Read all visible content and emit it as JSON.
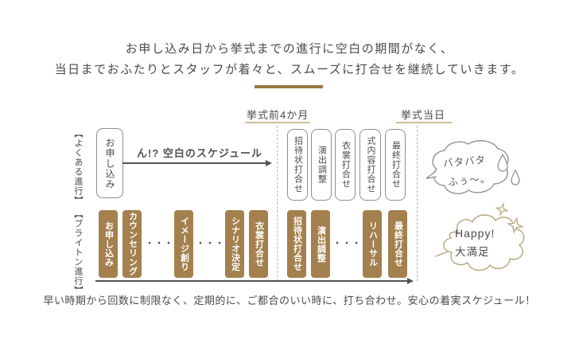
{
  "title": {
    "line1": "お申し込み日から挙式までの進行に空白の期間がなく、",
    "line2": "当日までおふたりとスタッフが着々と、スムーズに打合せを継続していきます。"
  },
  "timeline": {
    "four_months_before": "挙式前4か月",
    "wedding_day": "挙式当日"
  },
  "rows": {
    "common": {
      "label": "【よくある進行】",
      "start_box": "お申し込み",
      "gap_note": "ん!? 空白のスケジュール",
      "meetings": [
        "招待状打合せ",
        "演出調整",
        "衣裳打合せ",
        "式内容打合せ",
        "最終打合せ"
      ],
      "bubble_line1": "バタバタ",
      "bubble_line2": "ふぅ〜。"
    },
    "brighton": {
      "label": "【ブライトン進行】",
      "meetings": [
        "お申し込み",
        "カウンセリング",
        "イメージ創り",
        "シナリオ決定",
        "衣裳打合せ",
        "招待状打合せ",
        "演出調整",
        "リハーサル",
        "最終打合せ"
      ],
      "dots": "・・・",
      "bubble_line1": "Happy!",
      "bubble_line2": "大満足"
    }
  },
  "footer": {
    "caption": "早い時期から回数に制限なく、定期的に、ご都合のいい時に、打ち合わせ。安心の着実スケジュール！"
  },
  "colors": {
    "brand_brown": "#a3804d",
    "divider_brown": "#9a7845",
    "underline_gold": "#cdbf96",
    "text_gray": "#4a4a4a",
    "bubble_gray": "#8a8a8a",
    "bubble_gold": "#b5a47c"
  }
}
